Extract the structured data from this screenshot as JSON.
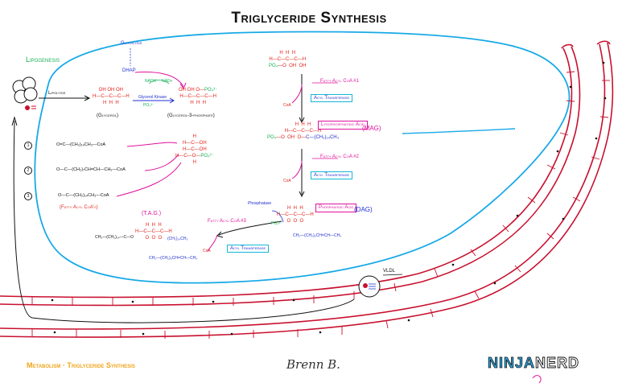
{
  "title": "Triglyceride Synthesis",
  "lipogenesis": "Lipogenesis",
  "lipolysis": "Lipolysis",
  "glycolysis": "Glycolysis",
  "dhap": "DHAP",
  "nadh": "NADH",
  "nad": "NAD+",
  "glycerol_kinase": "Glycerol Kinase",
  "po4": "PO₄³⁻",
  "glycerol_label": "(Glycerol)",
  "g3p_label": "(Glycerol-3-phosphate)",
  "g3p_struct": {
    "h_row": "H  H  H",
    "mid_row": "H—C—C—C—H",
    "o_row": "PO₄³⁻—O  OH  OH",
    "h_bot": "H  H  H"
  },
  "fatty_acyl_coa_1": "Fatty Acyl CoA #1",
  "fatty_acyl_coa_2": "Fatty Acyl CoA #2",
  "fatty_acyl_coa_3": "Fatty Acyl CoA #3",
  "coa": "CoA",
  "acyl_transferase": "Acyl Transferase",
  "lysophosphatidic_acid": "Lysophosphatidic Acid",
  "mag": "(MAG)",
  "phosphatidic_acid": "Phosphatidic Acid",
  "dag": "(DAG)",
  "phosphatase": "Phosphatase",
  "tag": "(T.A.G.)",
  "fa_list": [
    {
      "num": "1",
      "formula": "O=C—(CH₂)₁₄CH₃—CoA"
    },
    {
      "num": "2",
      "formula": "O—C—(CH₂)₇CH=CH—CH₂—CoA"
    },
    {
      "num": "3",
      "formula": "O—C—(CH₂)₁₄CH₃—CoA"
    }
  ],
  "fatty_acyl_coas": "(Fatty Acyl CoA's)",
  "chain_sat": "(CH₂)₁₄CH₃",
  "chain_unsat": "CH₂—(CH₂)₆CH=CH—CH₃",
  "tag_left_chain": "CH₃—(CH₂)₁₄—C—O",
  "vldl": "VLDL",
  "footer_left": "Metabolism · Triglyceride Synthesis",
  "signature": "Brenn B.",
  "logo_ninja": "NINJA",
  "logo_nerd": "NERD",
  "colors": {
    "cell_outline": "#18a9e6",
    "vessel": "#c8102e",
    "accent_magenta": "#e0119b",
    "accent_green": "#18b05a",
    "footer": "#f0a41b",
    "logo_blue": "#2aa7e0"
  }
}
